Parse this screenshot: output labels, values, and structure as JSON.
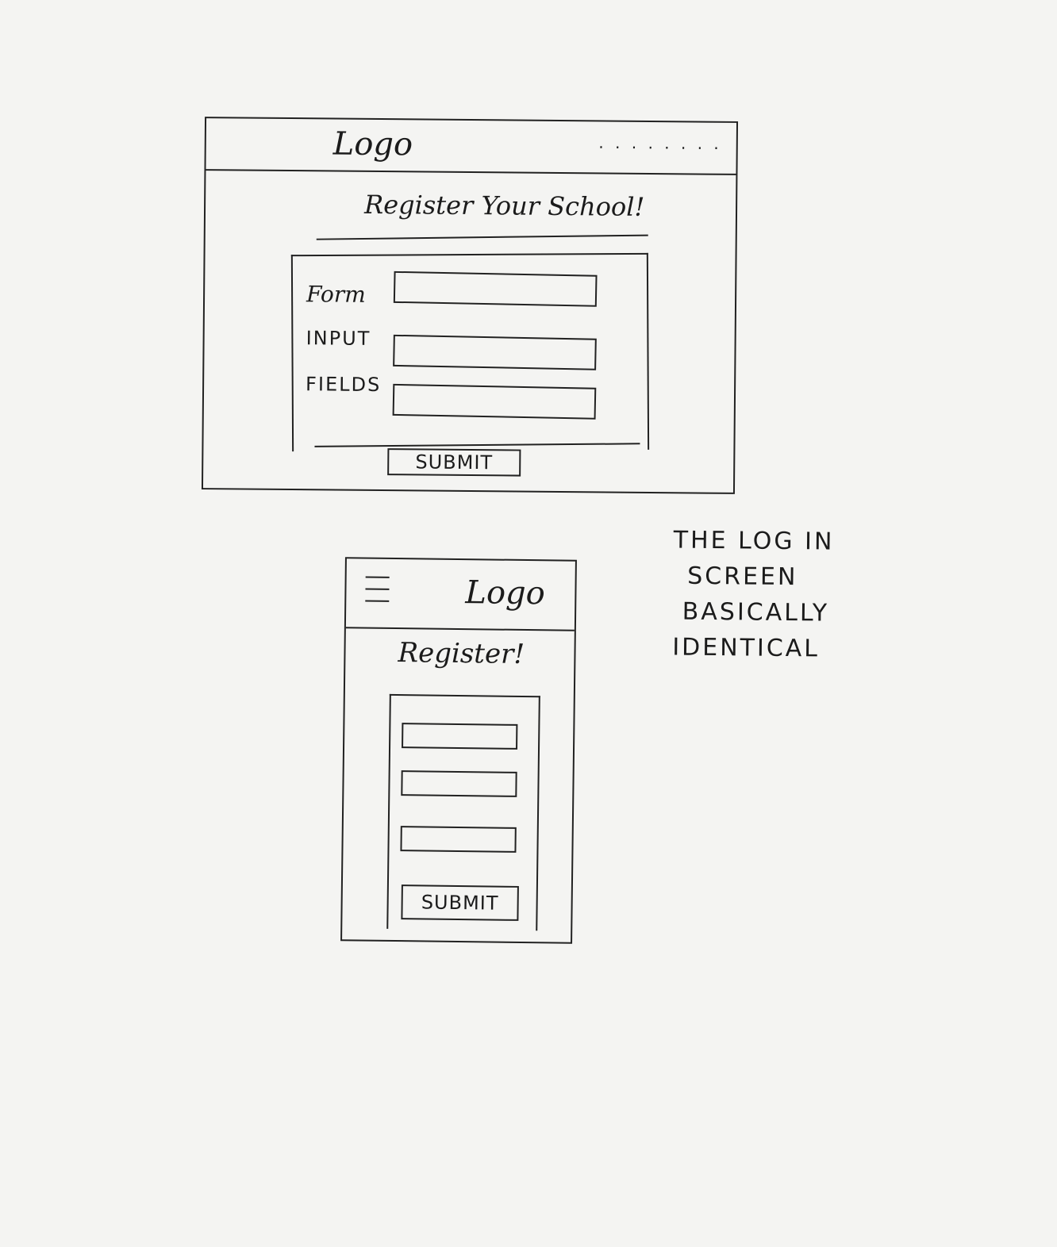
{
  "desktop": {
    "logo": "Logo",
    "title": "Register Your School!",
    "side_labels": [
      "Form",
      "INPUT",
      "FIELDS"
    ],
    "submit_label": "SUBMIT"
  },
  "mobile": {
    "logo": "Logo",
    "title": "Register!",
    "submit_label": "SUBMIT"
  },
  "note": {
    "lines": [
      "THE LOG IN",
      "SCREEN",
      "BASICALLY",
      "IDENTICAL"
    ]
  },
  "icons": [
    "hamburger-menu-icon"
  ],
  "colors": {
    "paper": "#f4f4f2",
    "ink": "#1e1e1e"
  }
}
